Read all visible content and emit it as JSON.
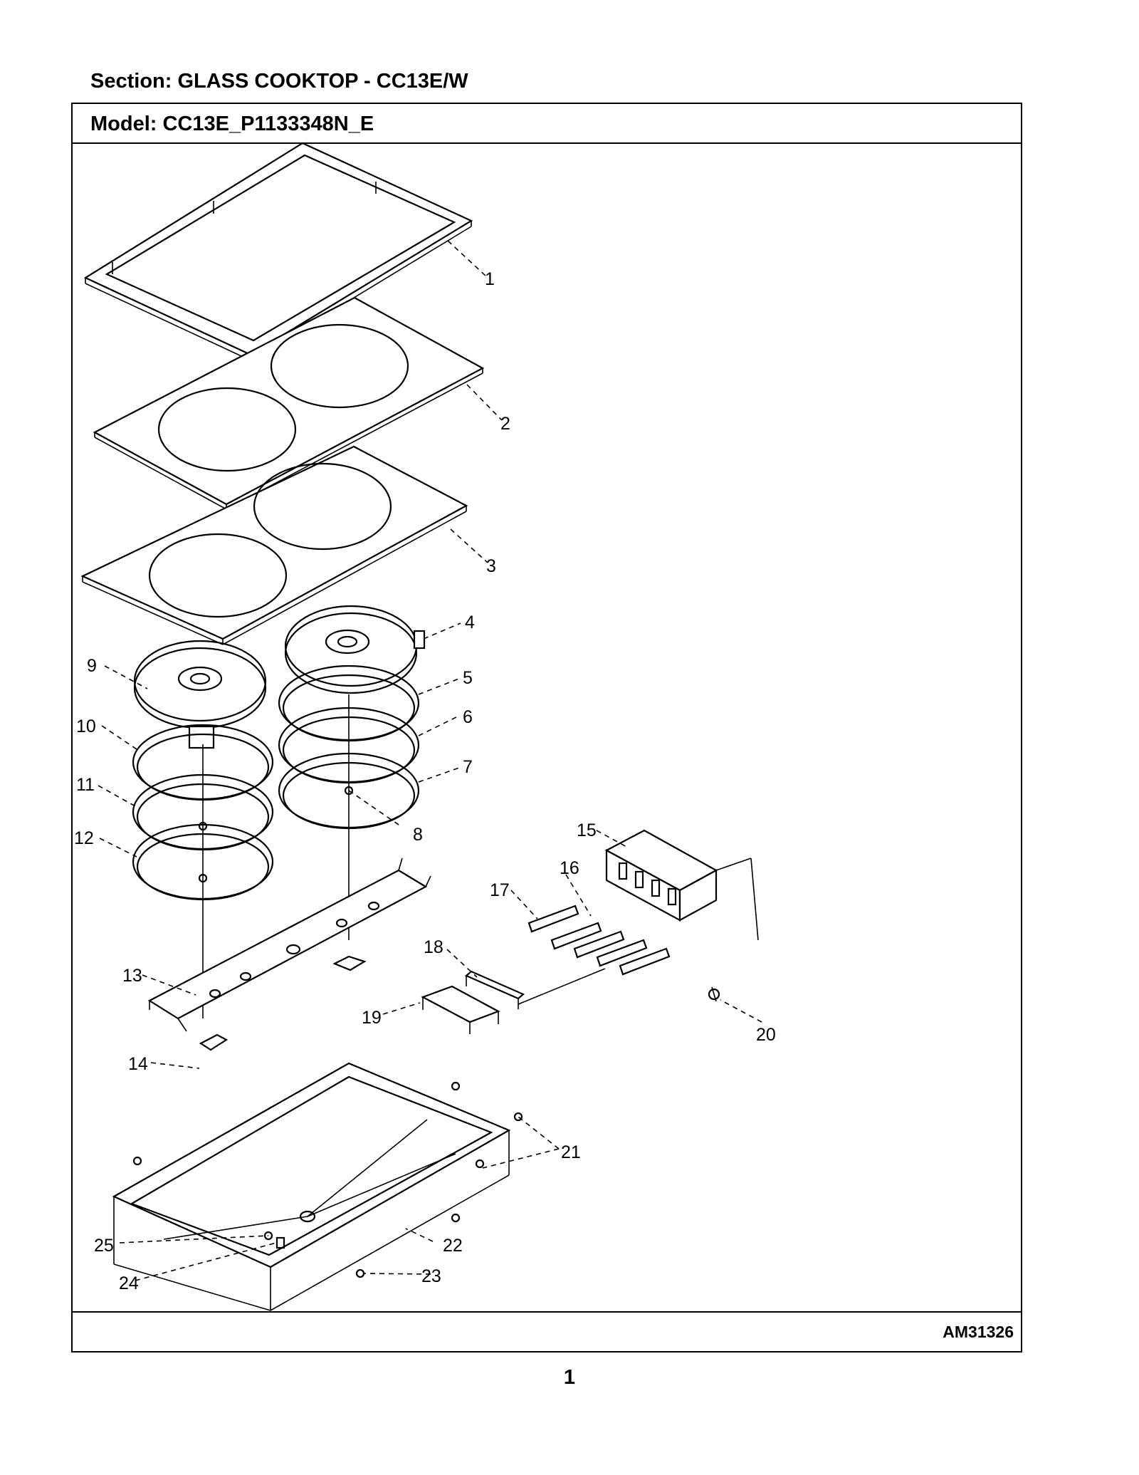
{
  "header": {
    "section": "Section:  GLASS COOKTOP - CC13E/W"
  },
  "frame": {
    "model": "Model:  CC13E_P1133348N_E",
    "diagram_id": "AM31326"
  },
  "page_number": "1",
  "callouts": [
    {
      "number": "1"
    },
    {
      "number": "2"
    },
    {
      "number": "3"
    },
    {
      "number": "4"
    },
    {
      "number": "5"
    },
    {
      "number": "6"
    },
    {
      "number": "7"
    },
    {
      "number": "8"
    },
    {
      "number": "9"
    },
    {
      "number": "10"
    },
    {
      "number": "11"
    },
    {
      "number": "12"
    },
    {
      "number": "13"
    },
    {
      "number": "14"
    },
    {
      "number": "15"
    },
    {
      "number": "16"
    },
    {
      "number": "17"
    },
    {
      "number": "18"
    },
    {
      "number": "19"
    },
    {
      "number": "20"
    },
    {
      "number": "21"
    },
    {
      "number": "22"
    },
    {
      "number": "23"
    },
    {
      "number": "24"
    },
    {
      "number": "25"
    }
  ]
}
